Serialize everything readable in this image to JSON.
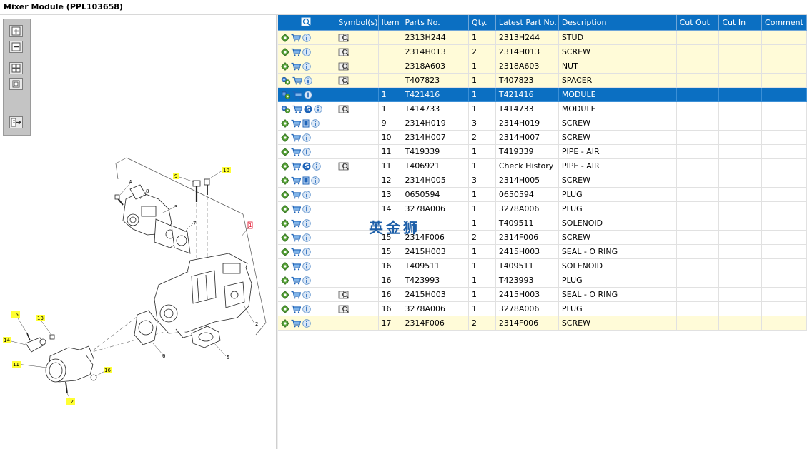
{
  "title": "Mixer Module (PPL103658)",
  "watermark": "英金狮",
  "columns": {
    "symbols": "Symbol(s)",
    "item": "Item",
    "parts_no": "Parts No.",
    "qty": "Qty.",
    "latest_part_no": "Latest Part No.",
    "description": "Description",
    "cut_out": "Cut Out",
    "cut_in": "Cut In",
    "comment": "Comment"
  },
  "rows": [
    {
      "style": "hl",
      "tool": "gear",
      "svc": "info",
      "sym": "book",
      "item": "",
      "part": "2313H244",
      "qty": "1",
      "latest": "2313H244",
      "desc": "STUD"
    },
    {
      "style": "hl",
      "tool": "gear",
      "svc": "info",
      "sym": "book",
      "item": "",
      "part": "2314H013",
      "qty": "2",
      "latest": "2314H013",
      "desc": "SCREW"
    },
    {
      "style": "hl",
      "tool": "gear",
      "svc": "info",
      "sym": "book",
      "item": "",
      "part": "2318A603",
      "qty": "1",
      "latest": "2318A603",
      "desc": "NUT"
    },
    {
      "style": "hl",
      "tool": "gears",
      "svc": "info",
      "sym": "book",
      "item": "",
      "part": "T407823",
      "qty": "1",
      "latest": "T407823",
      "desc": "SPACER"
    },
    {
      "style": "sel",
      "tool": "gears",
      "svc": "info",
      "sym": "",
      "item": "1",
      "part": "T421416",
      "qty": "1",
      "latest": "T421416",
      "desc": "MODULE"
    },
    {
      "style": "",
      "tool": "gears",
      "svc": "s-info",
      "sym": "book",
      "item": "1",
      "part": "T414733",
      "qty": "1",
      "latest": "T414733",
      "desc": "MODULE"
    },
    {
      "style": "",
      "tool": "gear",
      "svc": "doc-info",
      "sym": "",
      "item": "9",
      "part": "2314H019",
      "qty": "3",
      "latest": "2314H019",
      "desc": "SCREW"
    },
    {
      "style": "",
      "tool": "gear",
      "svc": "info",
      "sym": "",
      "item": "10",
      "part": "2314H007",
      "qty": "2",
      "latest": "2314H007",
      "desc": "SCREW"
    },
    {
      "style": "",
      "tool": "gear",
      "svc": "info",
      "sym": "",
      "item": "11",
      "part": "T419339",
      "qty": "1",
      "latest": "T419339",
      "desc": "PIPE - AIR"
    },
    {
      "style": "",
      "tool": "gear",
      "svc": "s-info",
      "sym": "book",
      "item": "11",
      "part": "T406921",
      "qty": "1",
      "latest": "Check History",
      "desc": "PIPE - AIR"
    },
    {
      "style": "",
      "tool": "gear",
      "svc": "doc-info",
      "sym": "",
      "item": "12",
      "part": "2314H005",
      "qty": "3",
      "latest": "2314H005",
      "desc": "SCREW"
    },
    {
      "style": "",
      "tool": "gear",
      "svc": "info",
      "sym": "",
      "item": "13",
      "part": "0650594",
      "qty": "1",
      "latest": "0650594",
      "desc": "PLUG"
    },
    {
      "style": "",
      "tool": "gear",
      "svc": "info",
      "sym": "",
      "item": "14",
      "part": "3278A006",
      "qty": "1",
      "latest": "3278A006",
      "desc": "PLUG"
    },
    {
      "style": "",
      "tool": "gear",
      "svc": "info",
      "sym": "",
      "item": "",
      "part": "",
      "qty": "1",
      "latest": "T409511",
      "desc": "SOLENOID"
    },
    {
      "style": "",
      "tool": "gear",
      "svc": "info",
      "sym": "",
      "item": "15",
      "part": "2314F006",
      "qty": "2",
      "latest": "2314F006",
      "desc": "SCREW"
    },
    {
      "style": "",
      "tool": "gear",
      "svc": "info",
      "sym": "",
      "item": "15",
      "part": "2415H003",
      "qty": "1",
      "latest": "2415H003",
      "desc": "SEAL - O RING"
    },
    {
      "style": "",
      "tool": "gear",
      "svc": "info",
      "sym": "",
      "item": "16",
      "part": "T409511",
      "qty": "1",
      "latest": "T409511",
      "desc": "SOLENOID"
    },
    {
      "style": "",
      "tool": "gear",
      "svc": "info",
      "sym": "",
      "item": "16",
      "part": "T423993",
      "qty": "1",
      "latest": "T423993",
      "desc": "PLUG"
    },
    {
      "style": "",
      "tool": "gear",
      "svc": "info",
      "sym": "book",
      "item": "16",
      "part": "2415H003",
      "qty": "1",
      "latest": "2415H003",
      "desc": "SEAL - O RING"
    },
    {
      "style": "",
      "tool": "gear",
      "svc": "info",
      "sym": "book",
      "item": "16",
      "part": "3278A006",
      "qty": "1",
      "latest": "3278A006",
      "desc": "PLUG"
    },
    {
      "style": "hl",
      "tool": "gear",
      "svc": "info",
      "sym": "",
      "item": "17",
      "part": "2314F006",
      "qty": "2",
      "latest": "2314F006",
      "desc": "SCREW"
    }
  ],
  "callouts": {
    "c1": "1",
    "c2": "2",
    "c3": "3",
    "c4": "4",
    "c5": "5",
    "c6": "6",
    "c7": "7",
    "c8": "8",
    "c9": "9",
    "c10": "10",
    "c11": "11",
    "c12": "12",
    "c13": "13",
    "c14": "14",
    "c15": "15",
    "c16": "16"
  },
  "colors": {
    "header_blue": "#0b6fc2",
    "highlight_row": "#fffbd8",
    "callout_yellow": "#ffff33",
    "callout_red": "#e0001b"
  },
  "icons": {
    "toolbar": [
      "zoom-in-icon",
      "zoom-out-icon",
      "fit-all-icon",
      "fit-window-icon",
      "export-icon"
    ],
    "row": [
      "gear-icon",
      "cart-icon",
      "info-icon",
      "book-icon",
      "service-s-icon",
      "document-icon"
    ]
  }
}
